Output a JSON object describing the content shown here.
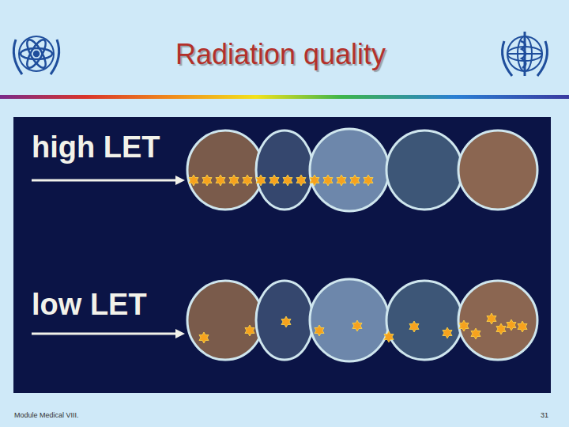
{
  "diagram": {
    "title": "Radiation quality",
    "labels": [
      "high LET",
      "low LET",
      "Module Medical VIII.",
      "31"
    ]
  }
}
